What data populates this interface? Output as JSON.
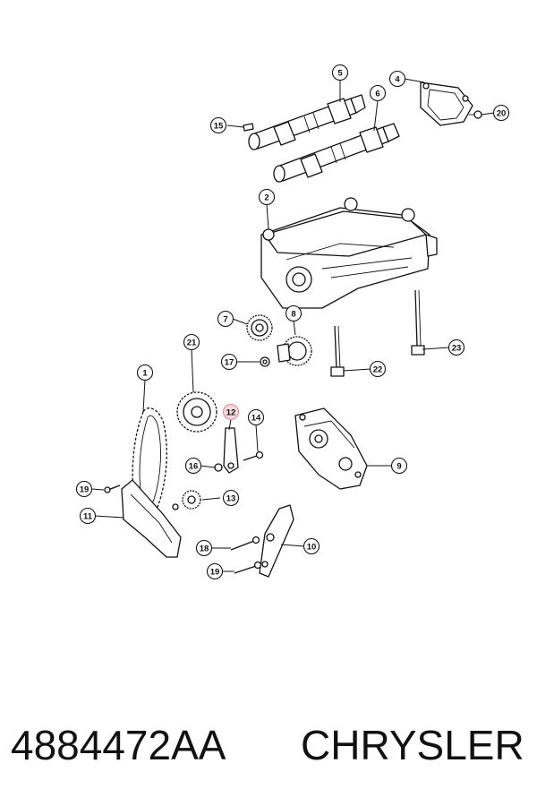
{
  "callouts": [
    {
      "label": "1"
    },
    {
      "label": "2"
    },
    {
      "label": "4"
    },
    {
      "label": "5"
    },
    {
      "label": "6"
    },
    {
      "label": "7"
    },
    {
      "label": "8"
    },
    {
      "label": "9"
    },
    {
      "label": "10"
    },
    {
      "label": "11"
    },
    {
      "label": "12",
      "highlighted": true
    },
    {
      "label": "13"
    },
    {
      "label": "14"
    },
    {
      "label": "15"
    },
    {
      "label": "16"
    },
    {
      "label": "17"
    },
    {
      "label": "18"
    },
    {
      "label": "19"
    },
    {
      "label": "19"
    },
    {
      "label": "20"
    },
    {
      "label": "21"
    },
    {
      "label": "22"
    },
    {
      "label": "23"
    }
  ],
  "caption": {
    "part_number": "4884472AA",
    "brand": "CHRYSLER"
  },
  "colors": {
    "highlight_fill": "#f6d9dd",
    "highlight_stroke": "#d98a96",
    "line": "#111111"
  }
}
